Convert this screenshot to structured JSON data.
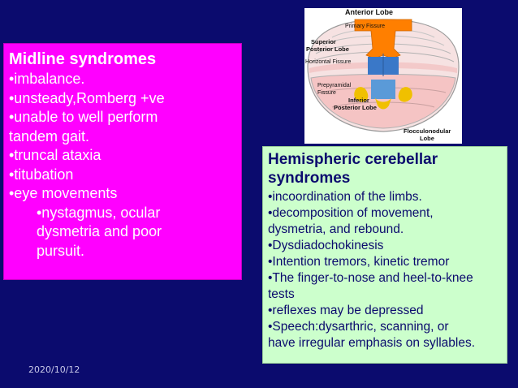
{
  "left_box": {
    "title": "Midline syndromes",
    "items": [
      "•imbalance.",
      "•unsteady,Romberg +ve",
      "•unable to well perform",
      "tandem gait.",
      "•truncal ataxia",
      "•titubation",
      "•eye movements"
    ],
    "subitems": [
      "•nystagmus, ocular",
      "dysmetria and poor",
      "pursuit."
    ]
  },
  "figure": {
    "labels": {
      "anterior_lobe": "Anterior Lobe",
      "primary_fissure": "Primary Fissure",
      "superior_posterior_1": "Superior",
      "superior_posterior_2": "Posterior Lobe",
      "horizontal_fissure": "Horizontal Fissure",
      "prepyramidal_1": "Prepyramidal",
      "prepyramidal_2": "Fissure",
      "inferior_posterior_1": "Inferior",
      "inferior_posterior_2": "Posterior Lobe",
      "flocculonodular_1": "Flocculonodular",
      "flocculonodular_2": "Lobe"
    }
  },
  "right_box": {
    "title_1": "Hemispheric cerebellar",
    "title_2": "syndromes",
    "lines": [
      "•incoordination of the limbs.",
      "•decomposition of movement,",
      "dysmetria, and rebound.",
      "•Dysdiadochokinesis",
      "•Intention tremors, kinetic tremor",
      "•The finger-to-nose and heel-to-knee",
      "tests",
      "•reflexes may be depressed",
      "•Speech:dysarthric, scanning, or",
      "have irregular emphasis on syllables."
    ]
  },
  "footer": {
    "date": "2020/10/12"
  },
  "colors": {
    "background": "#0b0b6e",
    "left_box": "#ff00ff",
    "right_box": "#ccffcc",
    "diagram_orange": "#ff7f00",
    "diagram_blue": "#3a78c8",
    "diagram_yellow": "#f0c000"
  }
}
